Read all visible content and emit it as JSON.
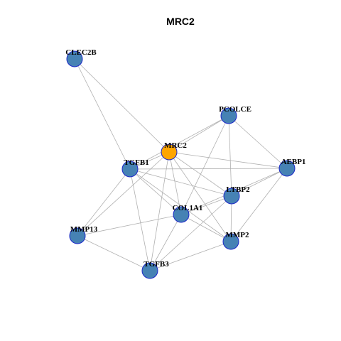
{
  "title": "MRC2",
  "colors": {
    "node_default": "#4682b4",
    "node_hub": "#ffa500",
    "node_stroke": "#1d28c9",
    "edge": "#b0b0b0",
    "background": "#ffffff"
  },
  "nodes": [
    {
      "id": "MRC2",
      "label": "MRC2",
      "hub": true
    },
    {
      "id": "CLEC2B",
      "label": "CLEC2B"
    },
    {
      "id": "PCOLCE",
      "label": "PCOLCE"
    },
    {
      "id": "AEBP1",
      "label": "AEBP1"
    },
    {
      "id": "TGFB1",
      "label": "TGFB1"
    },
    {
      "id": "LTBP2",
      "label": "LTBP2"
    },
    {
      "id": "COL1A1",
      "label": "COL1A1"
    },
    {
      "id": "MMP13",
      "label": "MMP13"
    },
    {
      "id": "MMP2",
      "label": "MMP2"
    },
    {
      "id": "TGFB3",
      "label": "TGFB3"
    }
  ],
  "edges": [
    [
      "CLEC2B",
      "MRC2"
    ],
    [
      "CLEC2B",
      "TGFB1"
    ],
    [
      "MRC2",
      "PCOLCE"
    ],
    [
      "MRC2",
      "AEBP1"
    ],
    [
      "MRC2",
      "TGFB1"
    ],
    [
      "MRC2",
      "LTBP2"
    ],
    [
      "MRC2",
      "COL1A1"
    ],
    [
      "MRC2",
      "MMP13"
    ],
    [
      "MRC2",
      "MMP2"
    ],
    [
      "MRC2",
      "TGFB3"
    ],
    [
      "PCOLCE",
      "TGFB1"
    ],
    [
      "PCOLCE",
      "AEBP1"
    ],
    [
      "PCOLCE",
      "LTBP2"
    ],
    [
      "PCOLCE",
      "COL1A1"
    ],
    [
      "AEBP1",
      "TGFB1"
    ],
    [
      "AEBP1",
      "LTBP2"
    ],
    [
      "AEBP1",
      "COL1A1"
    ],
    [
      "AEBP1",
      "MMP2"
    ],
    [
      "TGFB1",
      "LTBP2"
    ],
    [
      "TGFB1",
      "COL1A1"
    ],
    [
      "TGFB1",
      "MMP13"
    ],
    [
      "TGFB1",
      "MMP2"
    ],
    [
      "TGFB1",
      "TGFB3"
    ],
    [
      "LTBP2",
      "COL1A1"
    ],
    [
      "LTBP2",
      "MMP2"
    ],
    [
      "LTBP2",
      "TGFB3"
    ],
    [
      "COL1A1",
      "MMP13"
    ],
    [
      "COL1A1",
      "MMP2"
    ],
    [
      "COL1A1",
      "TGFB3"
    ],
    [
      "MMP13",
      "TGFB3"
    ],
    [
      "MMP2",
      "TGFB3"
    ]
  ]
}
